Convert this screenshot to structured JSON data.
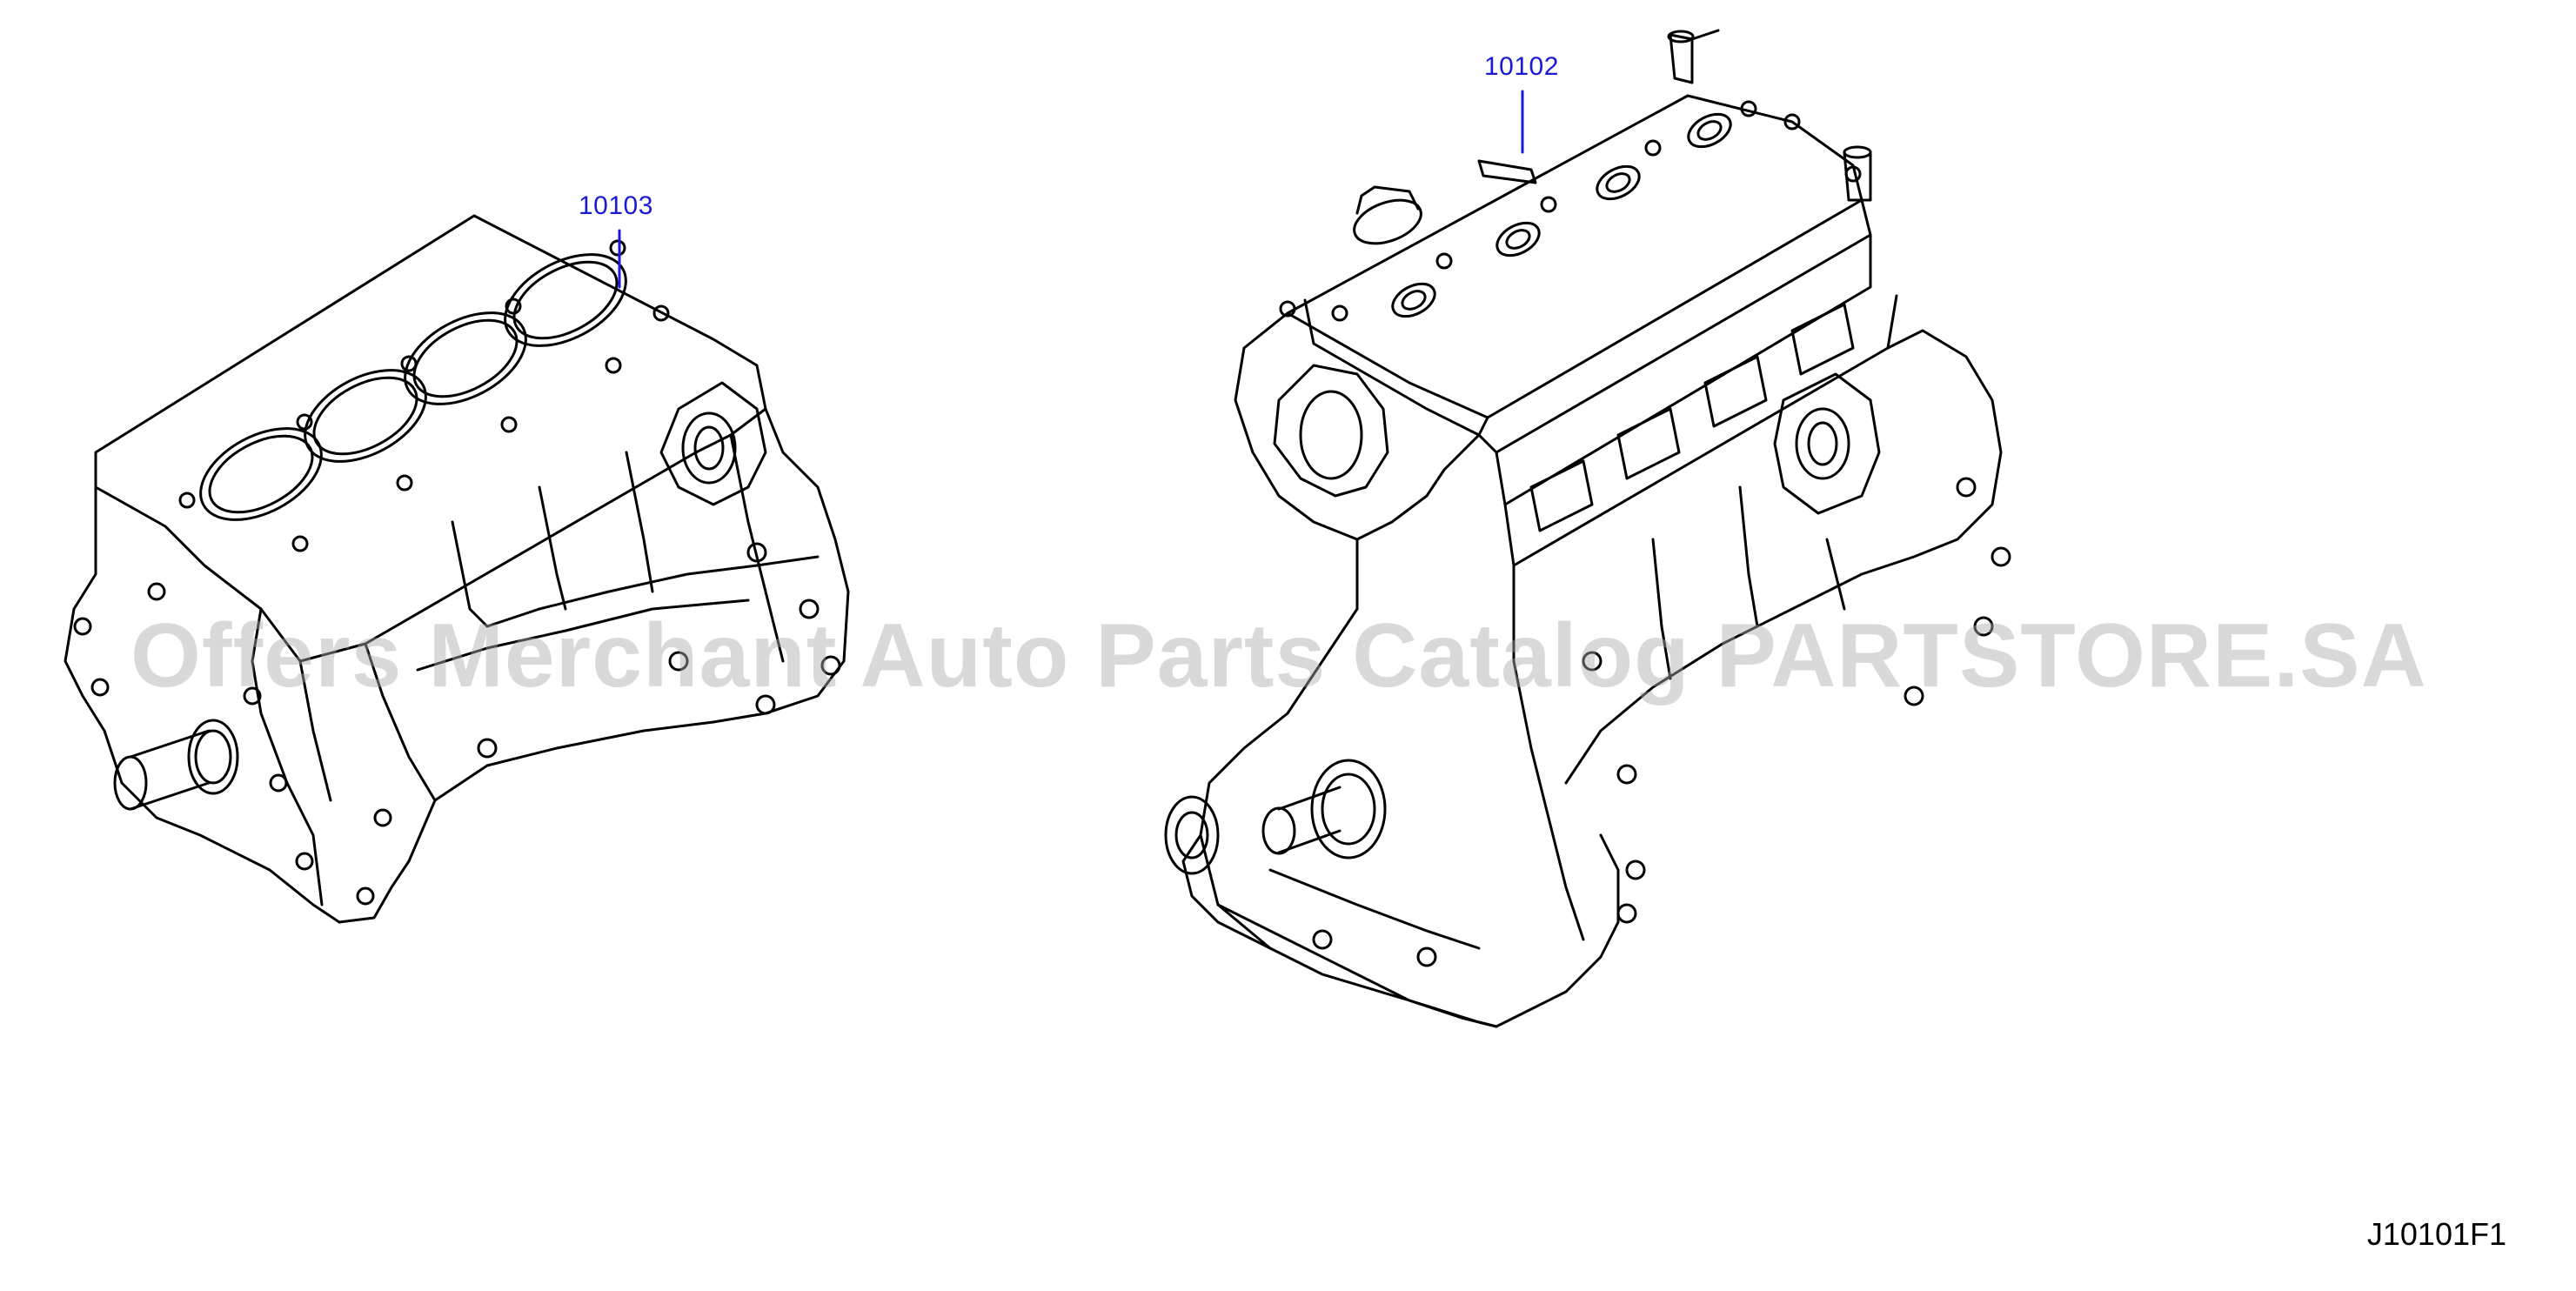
{
  "diagram": {
    "code": "J10101F1",
    "callouts": [
      {
        "part_number": "10103",
        "target": "short-engine-block"
      },
      {
        "part_number": "10102",
        "target": "complete-engine-assembly"
      }
    ],
    "callout_color": "#1a1ad6",
    "line_color": "#000000"
  },
  "watermark": {
    "text": "Offers Merchant Auto Parts Catalog PARTSTORE.SA"
  }
}
